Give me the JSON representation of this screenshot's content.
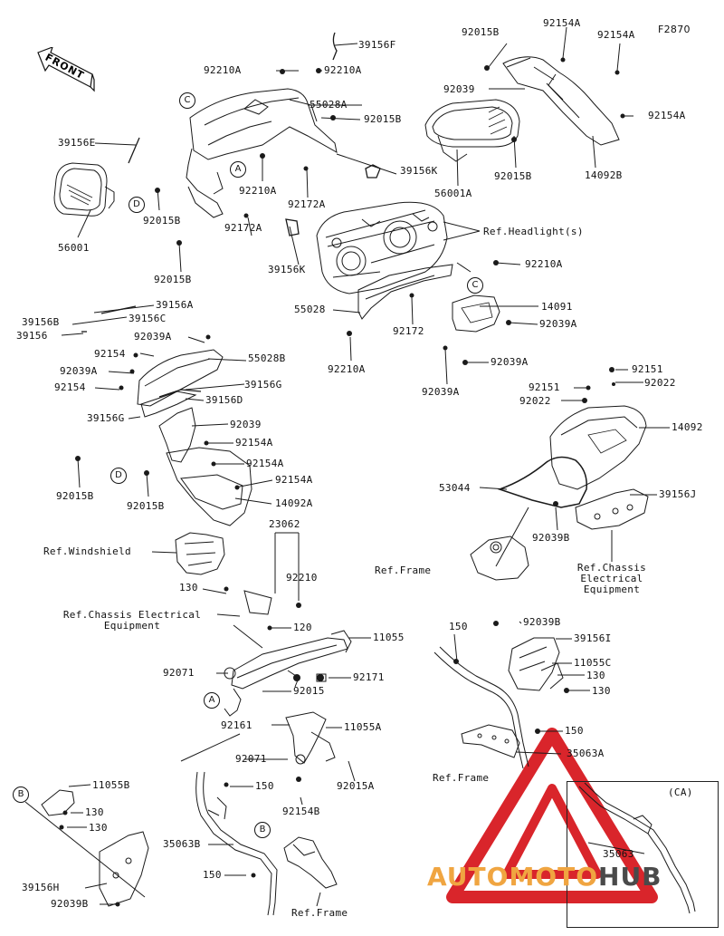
{
  "figure_code": "F2870",
  "front_label": "FRONT",
  "variant_box": "(CA)",
  "watermark": {
    "part1": "AUTOMOTO",
    "part2": "HUB",
    "color1": "#f0a541",
    "color2": "#4a4a4a",
    "triangle_color": "#d9252b"
  },
  "callouts": {
    "a": "A",
    "b": "B",
    "c": "C",
    "d": "D"
  },
  "labels": {
    "p39156F": "39156F",
    "p92210A_1": "92210A",
    "p92210A_2": "92210A",
    "p92015B_1": "92015B",
    "p92154A_1": "92154A",
    "p92154A_2": "92154A",
    "p92039_1": "92039",
    "p92154A_3": "92154A",
    "p55028A": "55028A",
    "p92015B_2": "92015B",
    "p39156E": "39156E",
    "p39156K_1": "39156K",
    "p92015B_3": "92015B",
    "p14092B": "14092B",
    "p56001A": "56001A",
    "p92210A_3": "92210A",
    "p92172A_1": "92172A",
    "p92015B_4": "92015B",
    "p92172A_2": "92172A",
    "p56001": "56001",
    "p92015B_5": "92015B",
    "p39156K_2": "39156K",
    "ref_headlight": "Ref.Headlight(s)",
    "p92210A_4": "92210A",
    "p14091": "14091",
    "p55028": "55028",
    "p92039A_1": "92039A",
    "p92172": "92172",
    "p92210A_5": "92210A",
    "p92039A_2": "92039A",
    "p92039A_3": "92039A",
    "p39156A": "39156A",
    "p39156B": "39156B",
    "p39156C": "39156C",
    "p39156": "39156",
    "p92039A_4": "92039A",
    "p92154_1": "92154",
    "p55028B": "55028B",
    "p92039A_5": "92039A",
    "p92154_2": "92154",
    "p39156G": "39156G",
    "p39156D": "39156D",
    "p39156G_2": "39156G",
    "p92039_2": "92039",
    "p92154A_4": "92154A",
    "p92154A_5": "92154A",
    "p92015B_6": "92015B",
    "p92015B_7": "92015B",
    "p92154A_6": "92154A",
    "p14092A": "14092A",
    "p92151_1": "92151",
    "p92151_2": "92151",
    "p92022_1": "92022",
    "p92022_2": "92022",
    "p14092": "14092",
    "p53044": "53044",
    "p39156J": "39156J",
    "p92039B_1": "92039B",
    "ref_frame_1": "Ref.Frame",
    "ref_chassis_1": "Ref.Chassis Electrical Equipment",
    "ref_windshield": "Ref.Windshield",
    "p23062": "23062",
    "p92210": "92210",
    "p130_1": "130",
    "ref_chassis_2": "Ref.Chassis Electrical Equipment",
    "p120": "120",
    "p11055": "11055",
    "p150_1": "150",
    "p92039B_2": "92039B",
    "p39156I": "39156I",
    "p11055C": "11055C",
    "p130_2": "130",
    "p130_3": "130",
    "p92071_1": "92071",
    "p92171": "92171",
    "p92015": "92015",
    "p92161": "92161",
    "p11055A": "11055A",
    "p150_2": "150",
    "p35063A": "35063A",
    "p92071_2": "92071",
    "p92015A": "92015A",
    "ref_frame_2": "Ref.Frame",
    "p150_3": "150",
    "p92154B": "92154B",
    "p11055B": "11055B",
    "p130_4": "130",
    "p130_5": "130",
    "p35063B": "35063B",
    "p150_4": "150",
    "p39156H": "39156H",
    "p92039B_3": "92039B",
    "ref_frame_3": "Ref.Frame",
    "p35063": "35063"
  }
}
